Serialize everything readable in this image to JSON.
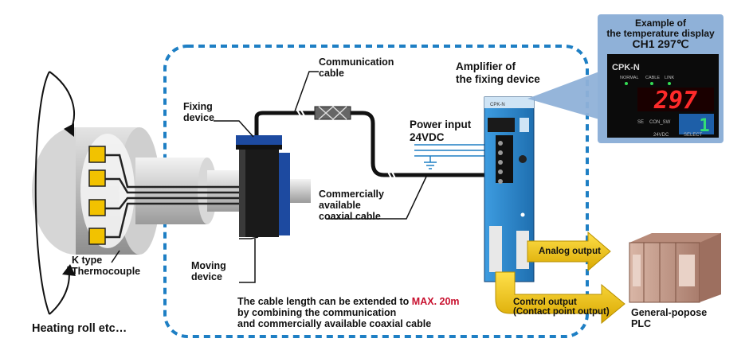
{
  "labels": {
    "communication_cable": [
      "Communication",
      "cable"
    ],
    "amplifier": [
      "Amplifier of",
      "the fixing device"
    ],
    "fixing_device": [
      "Fixing",
      "device"
    ],
    "power_input": [
      "Power input",
      "24VDC"
    ],
    "coaxial_cable": [
      "Commercially",
      "available",
      "coaxial cable"
    ],
    "thermocouple": [
      "K type",
      "Thermocouple"
    ],
    "moving_device": [
      "Moving",
      "device"
    ],
    "heating_roll": "Heating roll etc…",
    "analog_output": "Analog output",
    "control_output": [
      "Control output",
      "(Contact point output)"
    ],
    "plc": [
      "General-popose",
      "PLC"
    ],
    "note_line1_prefix": "The cable length can be extended to ",
    "note_highlight": "MAX. 20m",
    "note_line2": "by combining the communication",
    "note_line3": "and commercially available coaxial cable"
  },
  "display": {
    "title_line1": "Example of",
    "title_line2": "the temperature display",
    "title_line3": "CH1 297℃",
    "model": "CPK-N",
    "indicators": [
      "NORMAL",
      "CABLE",
      "LINK"
    ],
    "value": "297",
    "channel": "1",
    "se_label": "SE",
    "con_label": "CON_SW",
    "volt_label": "24VDC",
    "select_label": "SELECT"
  },
  "amplifier_unit": {
    "model": "CPK-N"
  },
  "colors": {
    "dashed_border": "#1e7fc4",
    "amplifier_body": "#2f8fd0",
    "arrow_fill": "#f5c400",
    "display_digits": "#ff2a2a",
    "highlight_text": "#c8102e",
    "connector": "#f2c200",
    "plc_body": "#c9a090"
  }
}
